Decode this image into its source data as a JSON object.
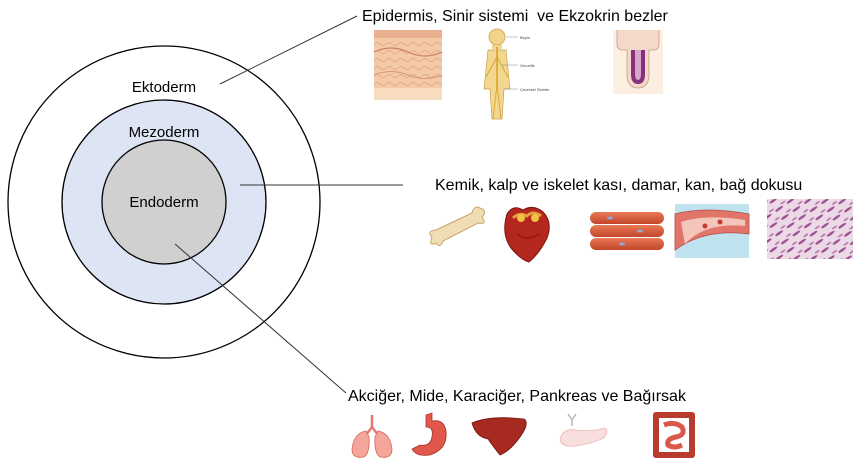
{
  "layers": {
    "ectoderm": {
      "label": "Ektoderm",
      "fill": "#ffffff",
      "stroke": "#000000"
    },
    "mesoderm": {
      "label": "Mezoderm",
      "fill": "#dde5f5",
      "stroke": "#000000"
    },
    "endoderm": {
      "label": "Endoderm",
      "fill": "#d0d0d0",
      "stroke": "#000000"
    }
  },
  "groups": {
    "ectoderm": {
      "label": "Epidermis, Sinir sistemi  ve Ekzokrin bezler",
      "images": [
        "skin-section-icon",
        "nervous-system-icon",
        "exocrine-gland-icon"
      ],
      "nervous_system_labels": [
        "Beyin",
        "Omurilik",
        "Çevresel Sinirler"
      ]
    },
    "mesoderm": {
      "label": "Kemik, kalp ve iskelet kası, damar, kan, bağ dokusu",
      "images": [
        "bone-icon",
        "heart-icon",
        "skeletal-muscle-icon",
        "blood-vessel-icon",
        "connective-tissue-icon"
      ]
    },
    "endoderm": {
      "label": "Akciğer, Mide, Karaciğer, Pankreas ve Bağırsak",
      "images": [
        "lungs-icon",
        "stomach-icon",
        "liver-icon",
        "pancreas-icon",
        "intestine-icon"
      ]
    }
  }
}
